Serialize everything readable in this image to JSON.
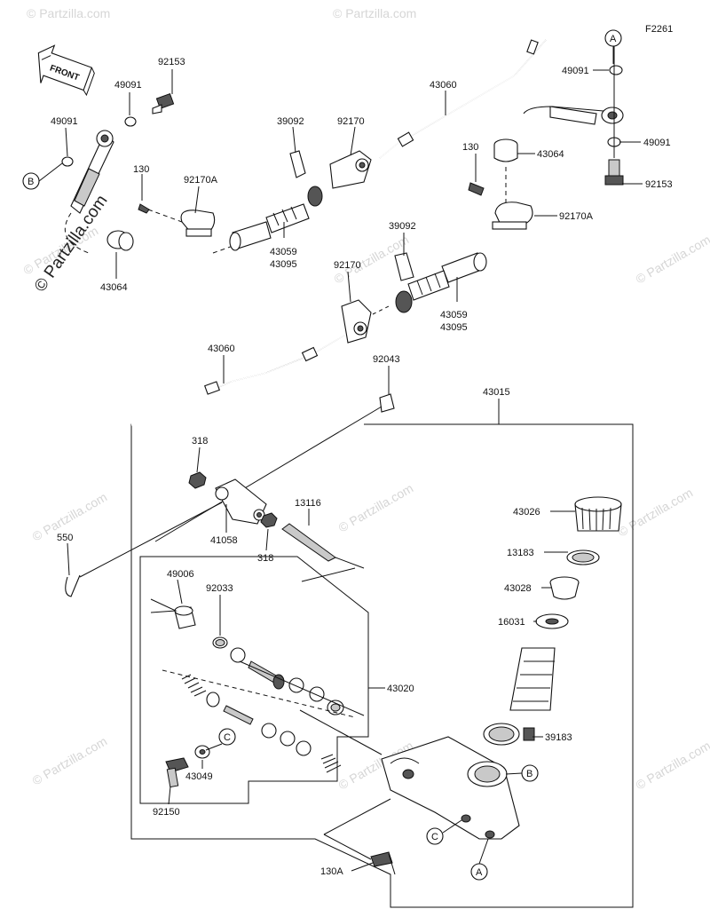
{
  "figure_code": "F2261",
  "front_label": "FRONT",
  "watermark_main": "© Partzilla.com",
  "watermark_tile": "© Partzilla.com",
  "ref_letters": {
    "a": "A",
    "b": "B",
    "c": "C"
  },
  "labels": {
    "p92153_tl": "92153",
    "p49091_tl1": "49091",
    "p49091_tl2": "49091",
    "p130_l": "130",
    "p92170A_l": "92170A",
    "p43064_l": "43064",
    "p39092_t": "39092",
    "p92170_t": "92170",
    "p43060_t": "43060",
    "p43059_t": "43059",
    "p43095_t": "43095",
    "p130_r": "130",
    "p43064_r": "43064",
    "p92170A_r": "92170A",
    "p49091_tr1": "49091",
    "p49091_tr2": "49091",
    "p92153_tr": "92153",
    "p39092_m": "39092",
    "p92170_m": "92170",
    "p43059_m": "43059",
    "p43095_m": "43095",
    "p43060_m": "43060",
    "p92043": "92043",
    "p43015": "43015",
    "p318_a": "318",
    "p41058": "41058",
    "p318_b": "318",
    "p13116": "13116",
    "p550": "550",
    "p43026": "43026",
    "p13183": "13183",
    "p43028": "43028",
    "p16031": "16031",
    "p49006": "49006",
    "p92033": "92033",
    "p43020": "43020",
    "p39183": "39183",
    "p43049": "43049",
    "p92150": "92150",
    "p130A": "130A"
  }
}
